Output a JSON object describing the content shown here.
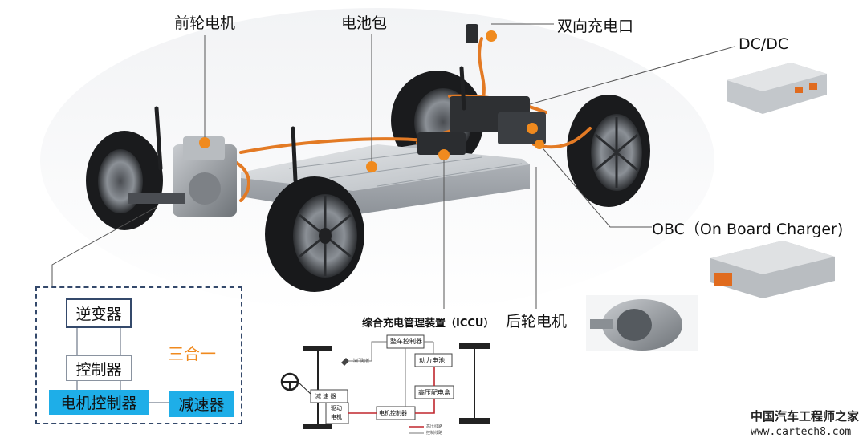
{
  "callouts": {
    "front_motor": "前轮电机",
    "battery_pack": "电池包",
    "bidirectional_port": "双向充电口",
    "dcdc": "DC/DC",
    "obc": "OBC（On Board Charger)",
    "rear_motor": "后轮电机"
  },
  "three_in_one": {
    "inverter": "逆变器",
    "controller": "控制器",
    "title": "三合一",
    "motor_controller": "电机控制器",
    "reducer": "减速器"
  },
  "iccu": {
    "title": "综合充电管理装置（ICCU）",
    "vehicle_controller": "整车控制器",
    "throttle_pedal": "油门踏板",
    "power_battery": "动力电池",
    "hv_distribution": "高压配电盒",
    "reducer": "减 速 器",
    "drive_motor_1": "驱动",
    "drive_motor_2": "电机",
    "motor_controller": "电机控制器",
    "legend_hv": "高压线路",
    "legend_ctrl": "控制线路"
  },
  "watermark": {
    "line1": "中国汽车工程师之家",
    "line2": "www.cartech8.com"
  },
  "colors": {
    "dot": "#f08a1e",
    "orange_text": "#f08a1e",
    "cyan": "#1eaee8",
    "dashed_border": "#34496b",
    "inverter_border": "#34496b",
    "hv_line": "#c0262d"
  }
}
